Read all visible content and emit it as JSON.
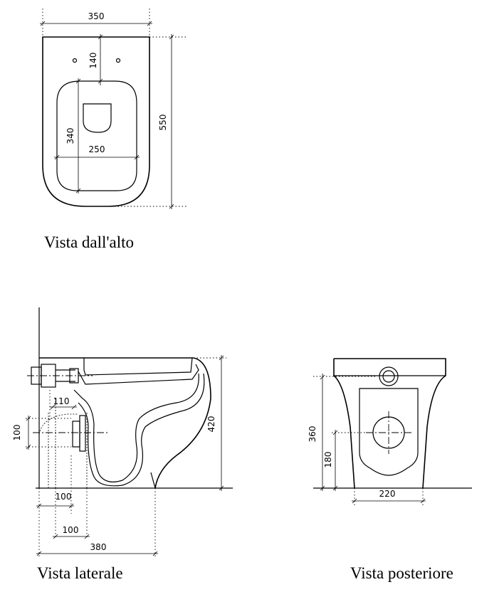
{
  "views": {
    "top": {
      "caption": "Vista dall'alto",
      "dims": {
        "width": "350",
        "hole_offset": "140",
        "depth": "550",
        "bowl_depth": "340",
        "bowl_width": "250"
      }
    },
    "side": {
      "caption": "Vista laterale",
      "dims": {
        "pipe_offset": "110",
        "pipe_height": "100",
        "height": "420",
        "floor_1": "100",
        "floor_2": "100",
        "length": "380"
      }
    },
    "rear": {
      "caption": "Vista posteriore",
      "dims": {
        "height": "360",
        "outlet_height": "180",
        "base_width": "220"
      }
    }
  }
}
